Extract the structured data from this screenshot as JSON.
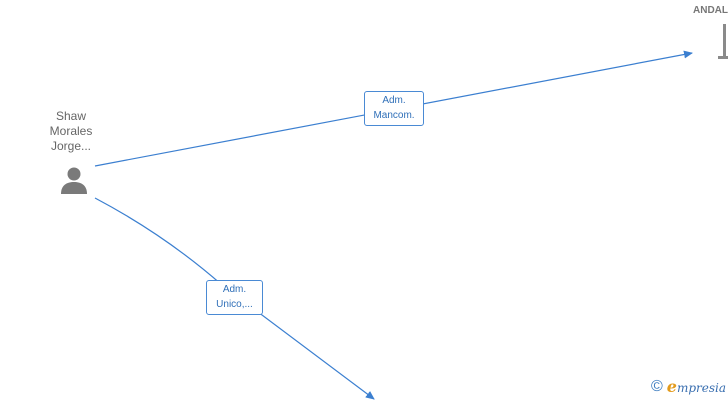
{
  "person": {
    "name_lines": [
      "Shaw",
      "Morales",
      "Jorge..."
    ],
    "icon": "person-icon"
  },
  "company": {
    "name": "ANDAL",
    "icon": "building-icon"
  },
  "relations": [
    {
      "label_lines": [
        "Adm.",
        "Mancom."
      ]
    },
    {
      "label_lines": [
        "Adm.",
        "Unico,..."
      ]
    }
  ],
  "watermark": {
    "symbol": "©",
    "brand_initial": "e",
    "brand_rest": "mpresia"
  },
  "colors": {
    "edge": "#3b7fd0",
    "label_text": "#2f6fb8",
    "node_icon": "#7a7a7a",
    "brand_accent": "#e39b1c"
  }
}
